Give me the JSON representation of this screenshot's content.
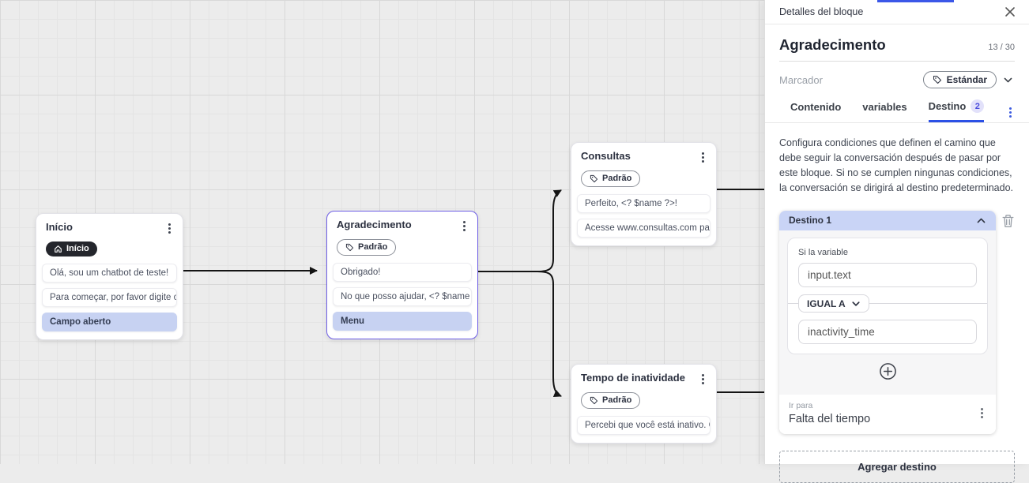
{
  "canvas": {
    "nodes": [
      {
        "title": "Início",
        "badge_label": "Início",
        "messages": [
          "Olá, sou um chatbot de teste!",
          "Para começar, por favor digite o ...",
          "Campo aberto"
        ]
      },
      {
        "title": "Agradecimento",
        "badge_label": "Padrão",
        "messages": [
          "Obrigado!",
          "No que posso ajudar, <? $name ...",
          "Menu"
        ]
      },
      {
        "title": "Consultas",
        "badge_label": "Padrão",
        "messages": [
          "Perfeito, <? $name ?>!",
          "Acesse www.consultas.com par..."
        ]
      },
      {
        "title": "Tempo de inatividade",
        "badge_label": "Padrão",
        "messages": [
          "Percebi que você está inativo. C..."
        ]
      }
    ]
  },
  "panel": {
    "title": "Detalles del bloque",
    "block_name": "Agradecimento",
    "name_counter": "13 / 30",
    "marker_label": "Marcador",
    "marker_value": "Estándar",
    "tabs": {
      "contenido": "Contenido",
      "variables": "variables",
      "destino": "Destino",
      "destino_count": "2"
    },
    "description": "Configura condiciones que definen el camino que debe seguir la conversación después de pasar por este bloque. Si no se cumplen ningunas condiciones, la conversación se dirigirá al destino predeterminado.",
    "destination": {
      "title": "Destino 1",
      "if_variable_label": "Si la variable",
      "variable_value": "input.text",
      "operator_value": "IGUAL A",
      "comparison_value": "inactivity_time",
      "go_to_label": "Ir para",
      "go_to_value": "Falta del tiempo"
    },
    "add_destination": "Agregar destino"
  },
  "colors": {
    "accent_blue": "#2b50e6",
    "selection_purple": "#6f5fe6",
    "highlight_row": "#c7d2f2",
    "destination_header": "#c9d4f6",
    "top_strip": "#3b57e8",
    "edge": "#141414"
  }
}
